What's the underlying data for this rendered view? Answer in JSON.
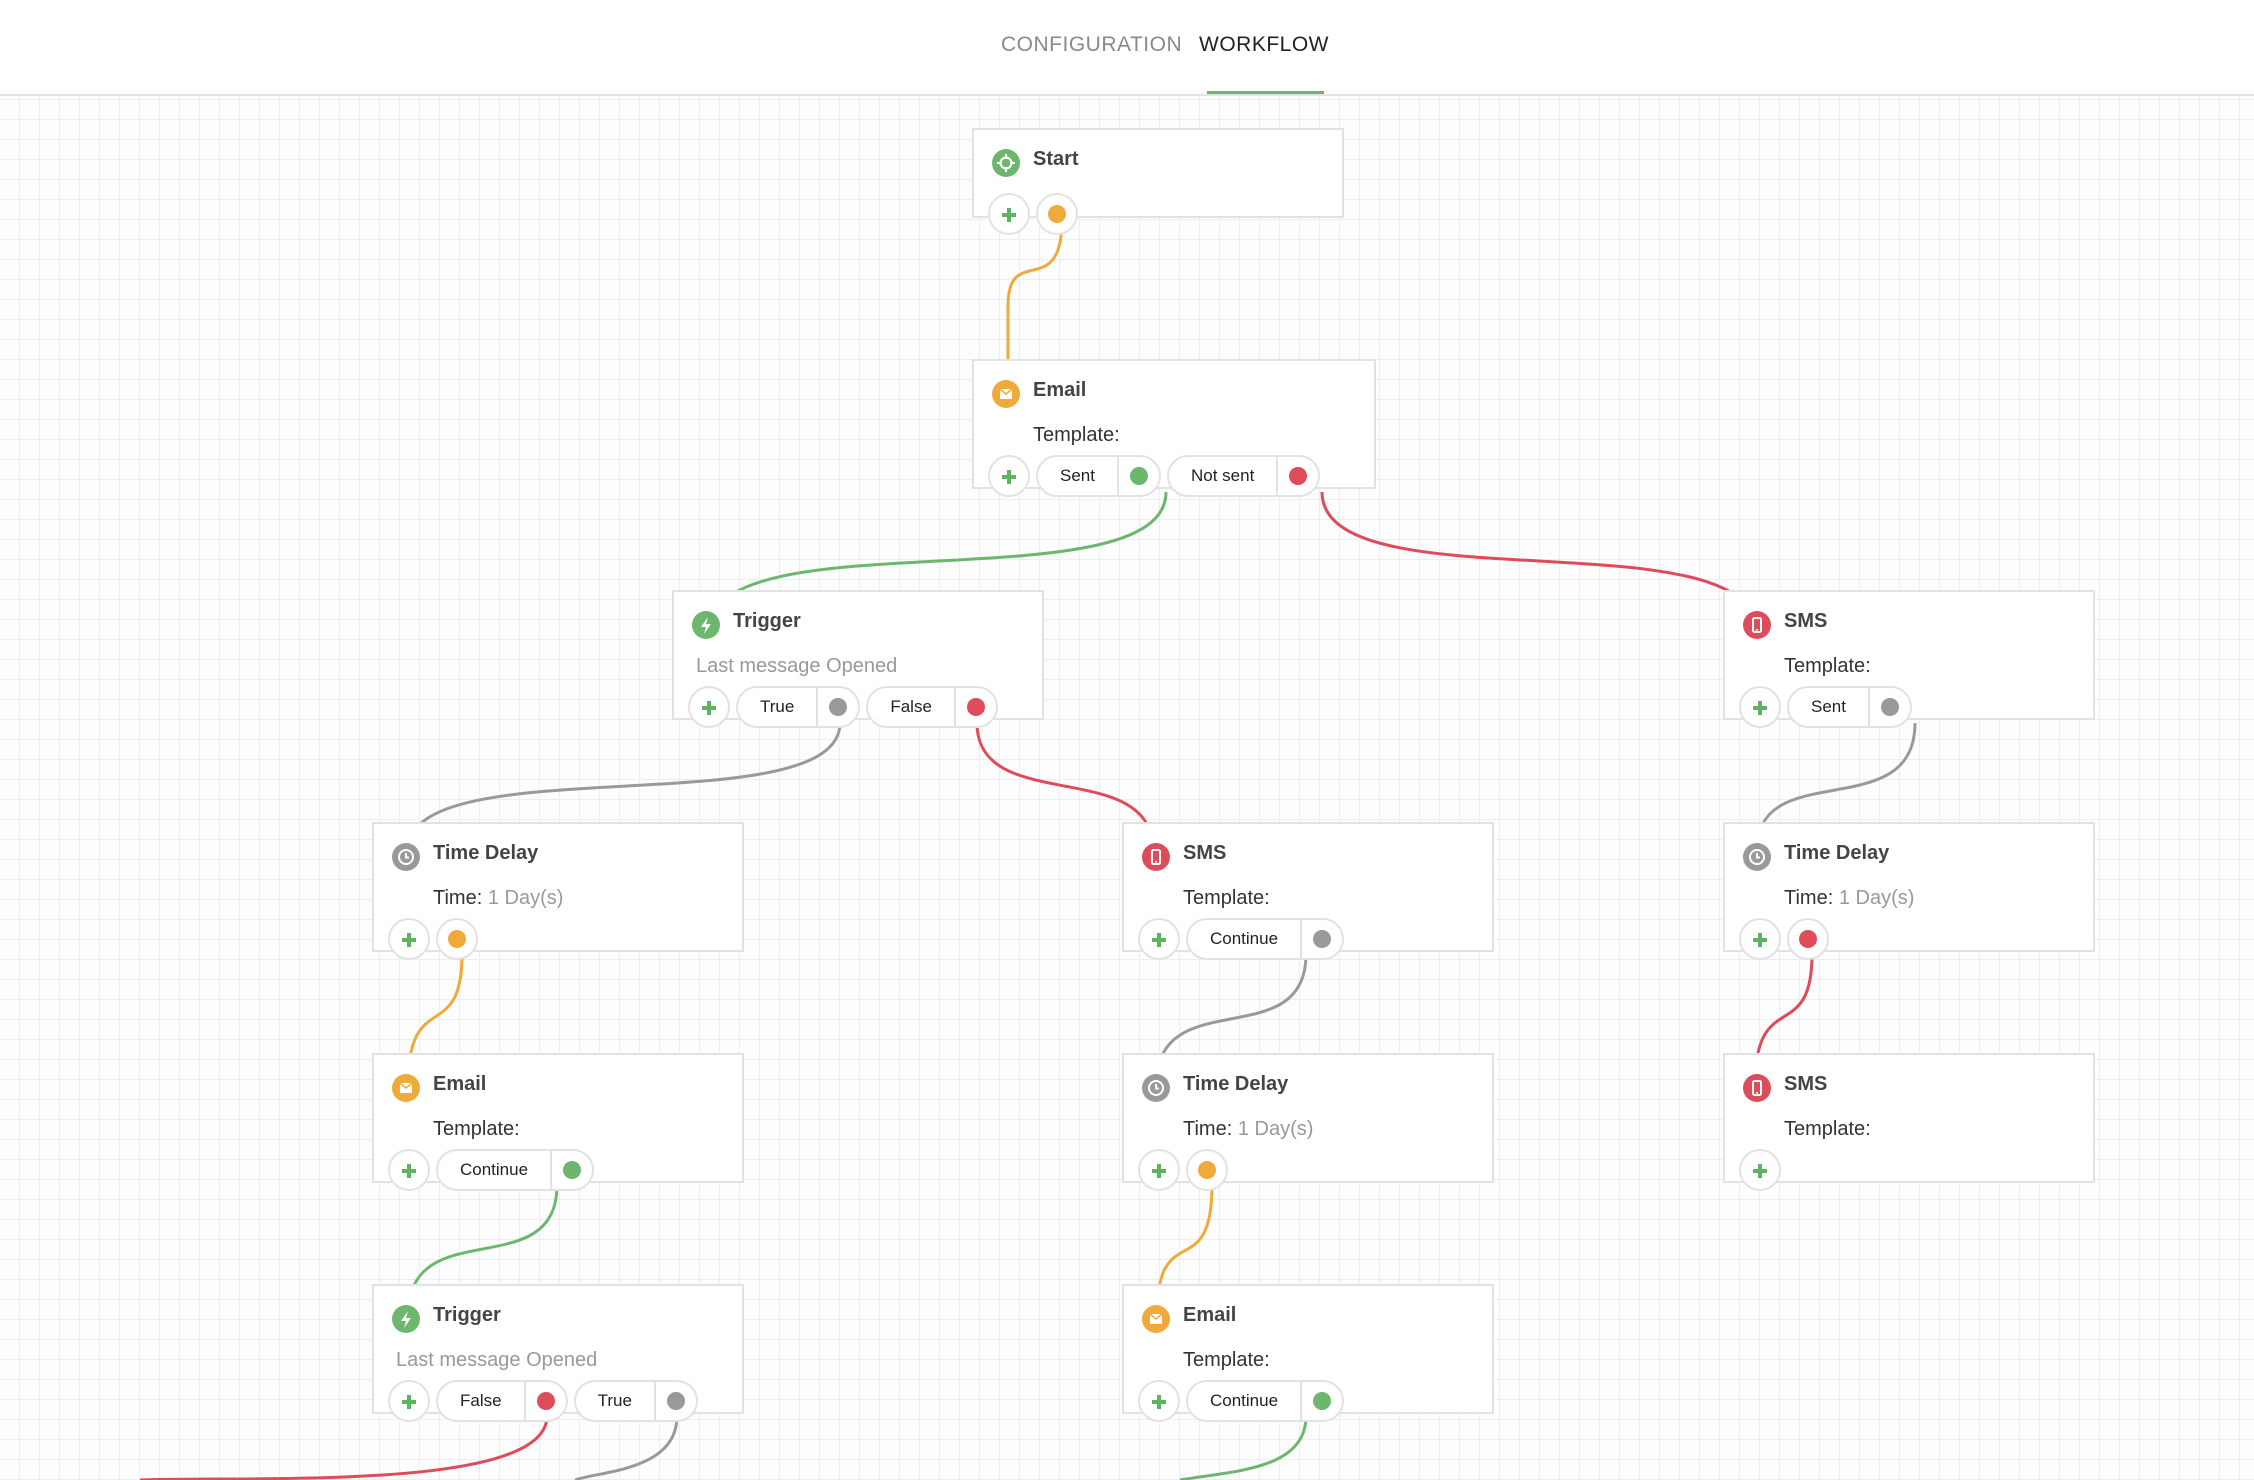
{
  "tabs": [
    {
      "label": "CONFIGURATION",
      "active": false
    },
    {
      "label": "WORKFLOW",
      "active": true
    }
  ],
  "colors": {
    "green": "#6cb66e",
    "orange": "#f0a93b",
    "red": "#de4b5a",
    "gray": "#999999"
  },
  "nodes": {
    "start": {
      "title": "Start",
      "icon": "crosshair-icon"
    },
    "email_1": {
      "title": "Email",
      "sub_label": "Template:",
      "ports": [
        "Sent",
        "Not sent"
      ],
      "icon": "envelope-icon"
    },
    "trigger_1": {
      "title": "Trigger",
      "sub_label": "Last message Opened",
      "ports": [
        "True",
        "False"
      ],
      "icon": "lightning-icon"
    },
    "sms_1": {
      "title": "SMS",
      "sub_label": "Template:",
      "ports": [
        "Sent"
      ],
      "icon": "phone-icon"
    },
    "delay_1": {
      "title": "Time Delay",
      "sub_label": "Time:",
      "sub_value": "1 Day(s)",
      "icon": "clock-icon"
    },
    "sms_2": {
      "title": "SMS",
      "sub_label": "Template:",
      "ports": [
        "Continue"
      ],
      "icon": "phone-icon"
    },
    "delay_2": {
      "title": "Time Delay",
      "sub_label": "Time:",
      "sub_value": "1 Day(s)",
      "icon": "clock-icon"
    },
    "email_2": {
      "title": "Email",
      "sub_label": "Template:",
      "ports": [
        "Continue"
      ],
      "icon": "envelope-icon"
    },
    "delay_3": {
      "title": "Time Delay",
      "sub_label": "Time:",
      "sub_value": "1 Day(s)",
      "icon": "clock-icon"
    },
    "sms_3": {
      "title": "SMS",
      "sub_label": "Template:",
      "icon": "phone-icon"
    },
    "trigger_2": {
      "title": "Trigger",
      "sub_label": "Last message Opened",
      "ports": [
        "False",
        "True"
      ],
      "icon": "lightning-icon"
    },
    "email_3": {
      "title": "Email",
      "sub_label": "Template:",
      "ports": [
        "Continue"
      ],
      "icon": "envelope-icon"
    }
  }
}
